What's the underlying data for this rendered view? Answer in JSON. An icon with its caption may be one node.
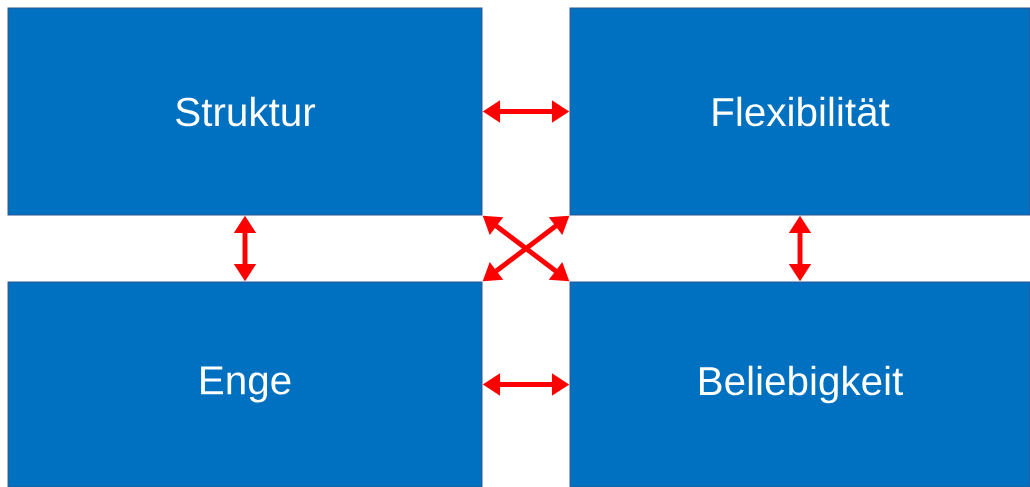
{
  "diagram": {
    "nodes": [
      {
        "text": [
          "Struktur"
        ]
      },
      {
        "text": [
          "Flexibilität"
        ]
      },
      {
        "text": [
          "Enge"
        ]
      },
      {
        "text": [
          "Beliebigkeit"
        ]
      }
    ],
    "edges": [
      {
        "from": 0,
        "to": 1,
        "arrow": "both"
      },
      {
        "from": 0,
        "to": 2,
        "arrow": "both"
      },
      {
        "from": 1,
        "to": 3,
        "arrow": "both"
      },
      {
        "from": 0,
        "to": 3,
        "arrow": "both"
      },
      {
        "from": 1,
        "to": 2,
        "arrow": "both"
      },
      {
        "from": 2,
        "to": 3,
        "arrow": "both"
      }
    ]
  }
}
